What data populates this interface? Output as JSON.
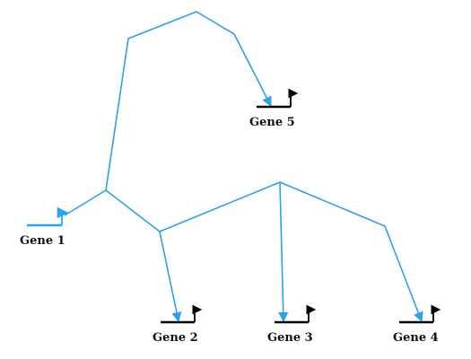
{
  "diagram": {
    "genes": [
      {
        "id": "gene1",
        "label": "Gene 1",
        "role": "source"
      },
      {
        "id": "gene2",
        "label": "Gene 2",
        "role": "target"
      },
      {
        "id": "gene3",
        "label": "Gene 3",
        "role": "target"
      },
      {
        "id": "gene4",
        "label": "Gene 4",
        "role": "target"
      },
      {
        "id": "gene5",
        "label": "Gene 5",
        "role": "target"
      }
    ],
    "regulation": {
      "source": "gene1",
      "targets": [
        "gene5",
        "gene2",
        "gene3",
        "gene4"
      ]
    },
    "colors": {
      "regulation_edge": "#2ba3e8",
      "gene_line": "#000000",
      "source_gene_line": "#2ba3e8",
      "label_text": "#111111"
    }
  }
}
